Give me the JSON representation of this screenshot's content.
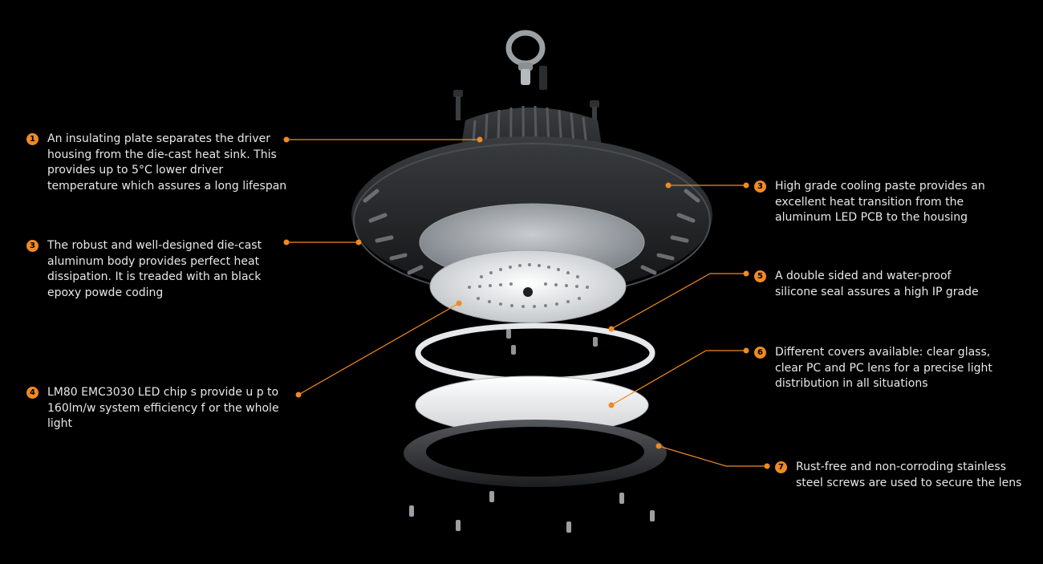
{
  "colors": {
    "background": "#000000",
    "accent": "#f08a24",
    "text": "#e8e8e8"
  },
  "callouts": [
    {
      "number": "1",
      "text": "An insulating plate separates the driver housing from the die-cast heat sink. This provides up to 5°C lower driver temperature which assures a long lifespan"
    },
    {
      "number": "3",
      "text": "The robust and well-designed die-cast aluminum body provides perfect heat dissipation. It is treaded with an black epoxy powde coding"
    },
    {
      "number": "4",
      "text": "LM80 EMC3030 LED chip s provide u p to 160lm/w system efficiency f or the whole light"
    },
    {
      "number": "3",
      "text": "High grade cooling paste provides an excellent heat transition from the aluminum LED PCB to the  housing"
    },
    {
      "number": "5",
      "text": "A double sided and water-proof silicone seal assures a high IP grade"
    },
    {
      "number": "6",
      "text": "Different covers available: clear glass, clear PC and PC lens for a precise light distribution in all situations"
    },
    {
      "number": "7",
      "text": "Rust-free and non-corroding stainless steel screws are used to secure the lens"
    }
  ]
}
